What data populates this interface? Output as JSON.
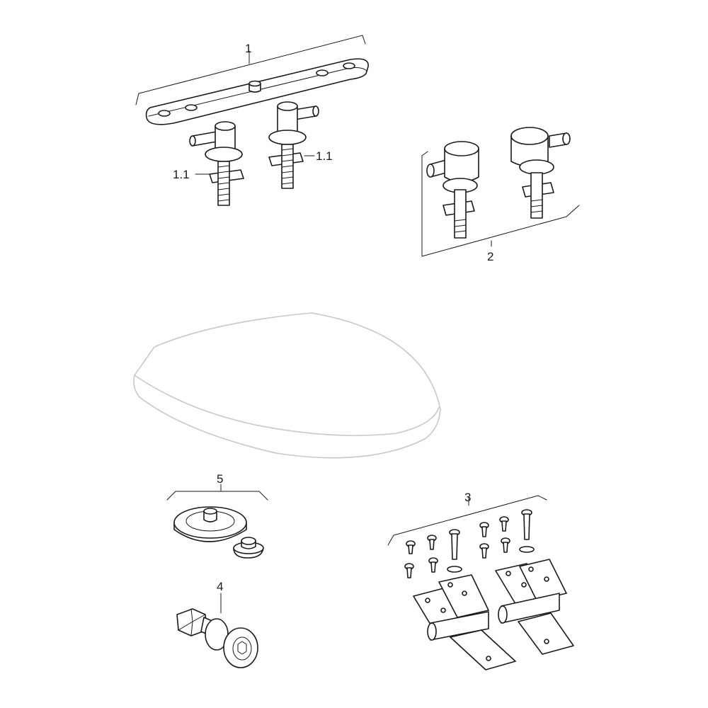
{
  "diagram": {
    "callouts": {
      "part_1": "1",
      "part_1_1_left": "1.1",
      "part_1_1_right": "1.1",
      "part_2": "2",
      "part_3": "3",
      "part_4": "4",
      "part_5": "5"
    },
    "colors": {
      "line": "#1a1a1a",
      "seat_outline": "#c8c8c8",
      "background": "#ffffff"
    }
  }
}
